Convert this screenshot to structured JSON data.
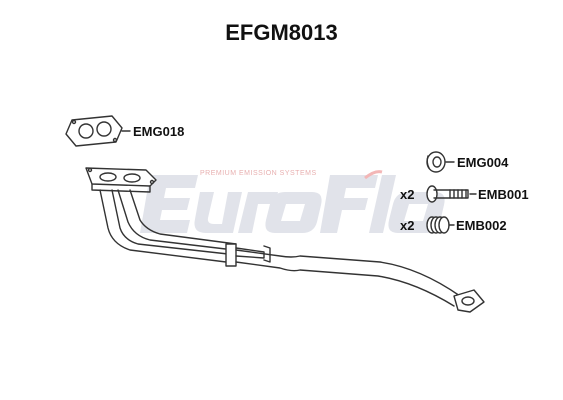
{
  "title": "EFGM8013",
  "watermark": {
    "text": "EuroFlo",
    "tagline": "PREMIUM EMISSION SYSTEMS",
    "color": "#e1e3ea",
    "accent": "#f3b6b6"
  },
  "parts": [
    {
      "code": "EMG018",
      "qty": ""
    },
    {
      "code": "EMG004",
      "qty": ""
    },
    {
      "code": "EMB001",
      "qty": "x2"
    },
    {
      "code": "EMB002",
      "qty": "x2"
    }
  ],
  "colors": {
    "line": "#333333",
    "text": "#111111"
  }
}
